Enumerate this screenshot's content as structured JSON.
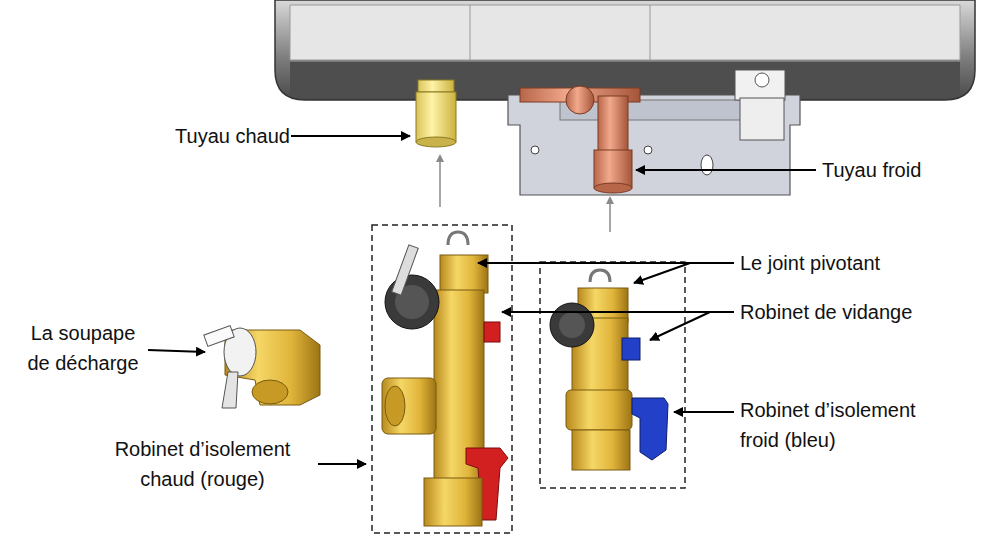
{
  "diagram": {
    "labels": [
      "Tuyau chaud",
      "Tuyau froid",
      "Le joint pivotant",
      "Robinet de vidange",
      "La soupape de décharge",
      "Robinet d’isolement froid (bleu)",
      "Robinet d’isolement chaud (rouge)"
    ]
  }
}
